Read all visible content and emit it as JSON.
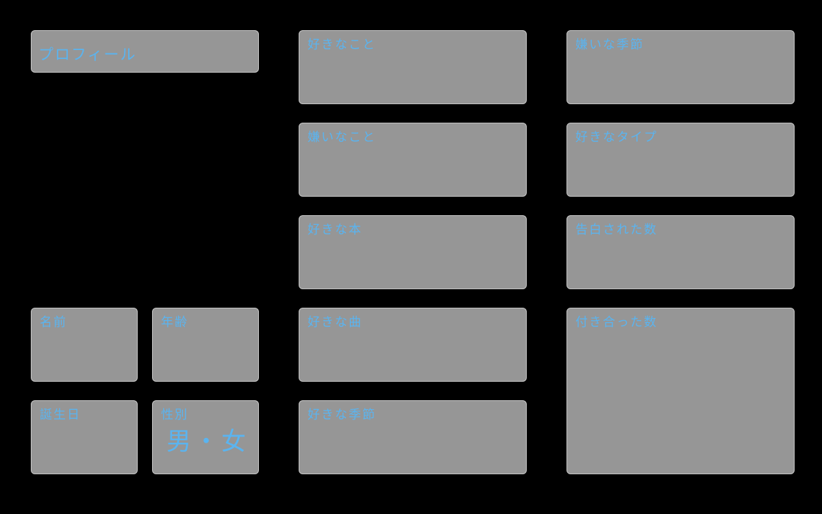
{
  "profile": {
    "title": "プロフィール",
    "name_label": "名前",
    "age_label": "年齢",
    "birthday_label": "誕生日",
    "gender_label": "性別",
    "gender_options": "男・女"
  },
  "middle": {
    "likes_label": "好きなこと",
    "dislikes_label": "嫌いなこと",
    "favorite_book_label": "好きな本",
    "favorite_song_label": "好きな曲",
    "favorite_season_label": "好きな季節"
  },
  "right": {
    "disliked_season_label": "嫌いな季節",
    "favorite_type_label": "好きなタイプ",
    "times_confessed_label": "告白された数",
    "times_dated_label": "付き合った数"
  },
  "colors": {
    "background": "#000000",
    "box_fill": "#969696",
    "box_border": "#c8c8c8",
    "label_text": "#5ab4f0"
  }
}
